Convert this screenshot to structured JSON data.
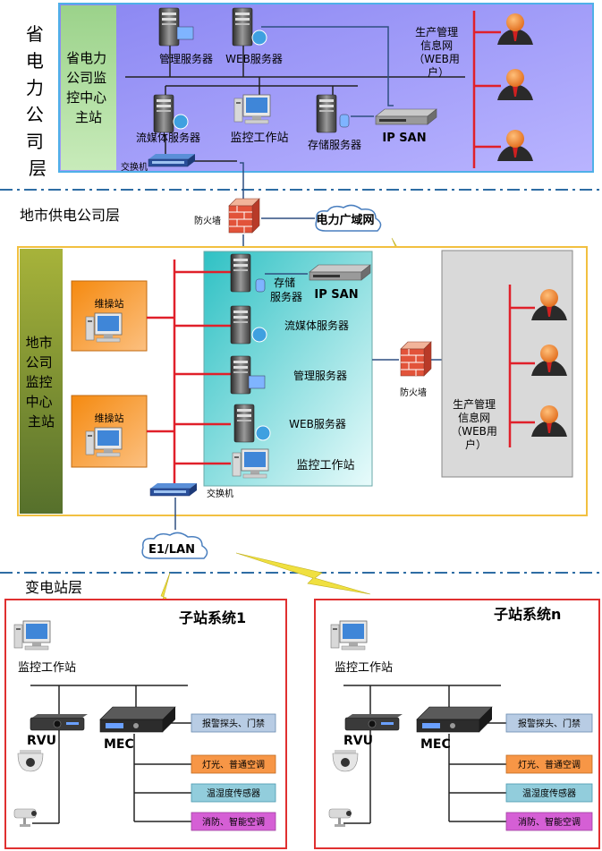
{
  "layers": {
    "province": "省电力公司层",
    "city": "地市供电公司层",
    "substation": "变电站层"
  },
  "province": {
    "center_title_lines": [
      "省电力",
      "公司监",
      "控中心",
      "主站"
    ],
    "mgmt_server": "管理服务器",
    "web_server": "WEB服务器",
    "stream_server": "流媒体服务器",
    "monitor_station": "监控工作站",
    "storage_server": "存储服务器",
    "ip_san": "IP SAN",
    "switch": "交换机",
    "prod_net_lines": [
      "生产管理",
      "信息网",
      "（WEB用",
      "户）"
    ]
  },
  "wan": {
    "firewall": "防火墙",
    "power_wan": "电力广域网"
  },
  "city": {
    "center_title_lines": [
      "地市",
      "公司",
      "监控",
      "中心",
      "主站"
    ],
    "maint_station_1": "维操站",
    "maint_station_2": "维操站",
    "storage_server_lines": [
      "存储",
      "服务器"
    ],
    "ip_san": "IP SAN",
    "stream_server": "流媒体服务器",
    "mgmt_server": "管理服务器",
    "web_server": "WEB服务器",
    "monitor_station": "监控工作站",
    "switch": "交换机",
    "firewall": "防火墙",
    "prod_net_lines": [
      "生产管理",
      "信息网",
      "（WEB用",
      "户）"
    ]
  },
  "link": {
    "e1_lan": "E1/LAN"
  },
  "substations": [
    {
      "title": "子站系统1",
      "monitor_station": "监控工作站",
      "rvu": "RVU",
      "mec": "MEC",
      "modules": [
        "报警探头、门禁",
        "灯光、普通空调",
        "温湿度传感器",
        "消防、智能空调"
      ]
    },
    {
      "title": "子站系统n",
      "monitor_station": "监控工作站",
      "rvu": "RVU",
      "mec": "MEC",
      "modules": [
        "报警探头、门禁",
        "灯光、普通空调",
        "温湿度传感器",
        "消防、智能空调"
      ]
    }
  ],
  "colors": {
    "red_line": "#e0202a",
    "blue_line": "#2f4f80",
    "dash_line": "#2e6da4",
    "module_alarm": "#b8cce4",
    "module_light": "#f79646",
    "module_temp": "#92cddc",
    "module_fire": "#d55fd5"
  }
}
